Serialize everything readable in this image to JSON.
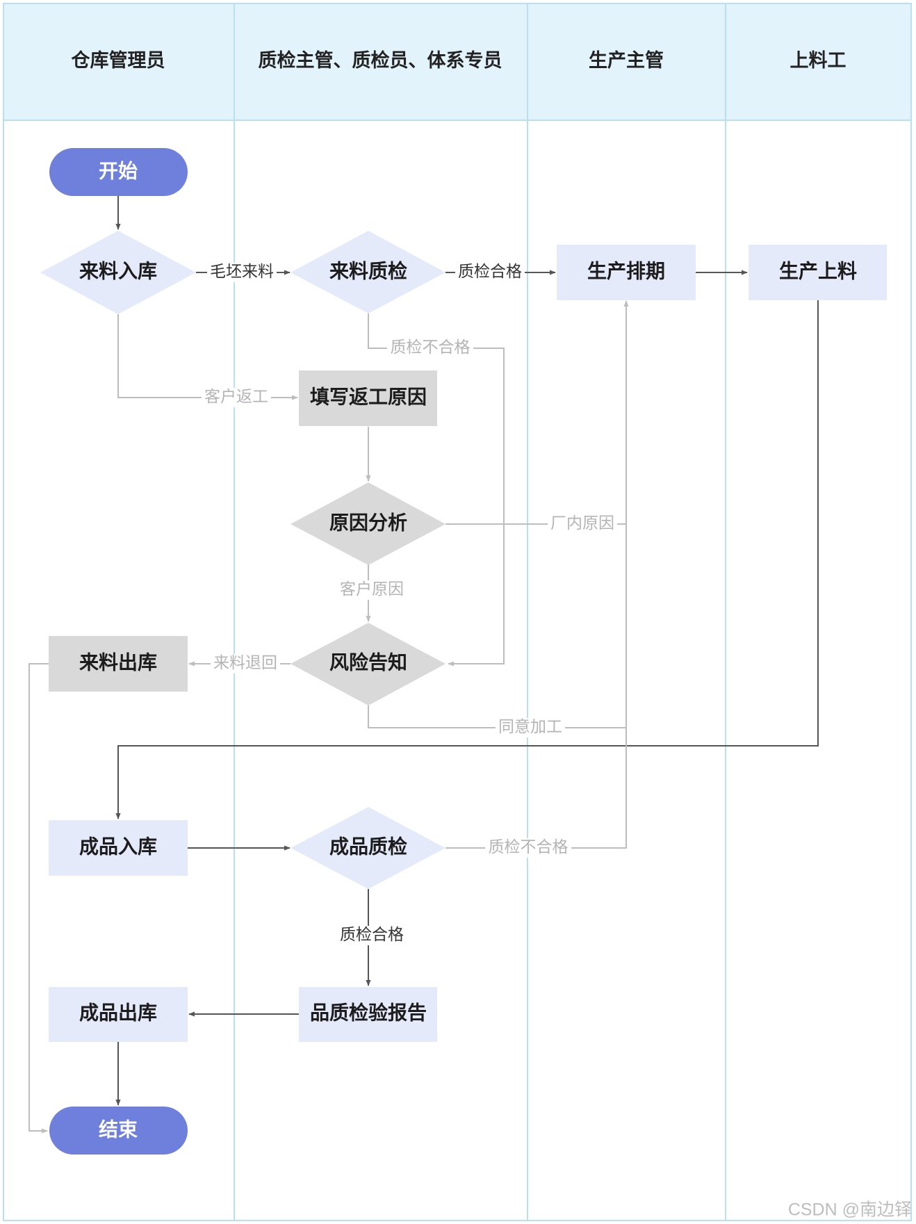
{
  "lanes": [
    {
      "title": "仓库管理员"
    },
    {
      "title": "质检主管、质检员、体系专员"
    },
    {
      "title": "生产主管"
    },
    {
      "title": "上料工"
    }
  ],
  "nodes": {
    "start": "开始",
    "incoming_storage": "来料入库",
    "incoming_qc": "来料质检",
    "production_schedule": "生产排期",
    "production_feeding": "生产上料",
    "fill_rework_reason": "填写返工原因",
    "cause_analysis": "原因分析",
    "incoming_outbound": "来料出库",
    "risk_notice": "风险告知",
    "product_storage": "成品入库",
    "product_qc": "成品质检",
    "quality_report": "品质检验报告",
    "product_outbound": "成品出库",
    "end": "结束"
  },
  "edge_labels": {
    "rough_material": "毛坯来料",
    "qc_pass_1": "质检合格",
    "qc_fail_1": "质检不合格",
    "customer_rework": "客户返工",
    "factory_cause": "厂内原因",
    "customer_cause": "客户原因",
    "material_return": "来料退回",
    "agree_processing": "同意加工",
    "qc_fail_2": "质检不合格",
    "qc_pass_2": "质检合格"
  },
  "watermark": "CSDN @南边铎",
  "colors": {
    "header_bg": "#e3f3fc",
    "lane_border": "#b9dff2",
    "terminal": "#6e80dc",
    "node_blue": "#e5eafb",
    "node_grey": "#d9d9d9",
    "line_dark": "#555555",
    "line_grey": "#bdbdbd"
  }
}
